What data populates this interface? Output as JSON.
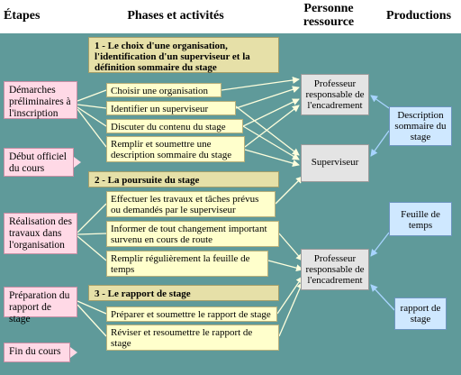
{
  "headers": {
    "etapes": "Étapes",
    "phases": "Phases et activités",
    "personne_line1": "Personne",
    "personne_line2": "ressource",
    "productions": "Productions"
  },
  "etapes": [
    "Démarches préliminaires à l'inscription",
    "Début officiel du cours",
    "Réalisation des travaux dans l'organisation",
    "Préparation du rapport de stage",
    "Fin du cours"
  ],
  "phases": [
    "1 -  Le choix d'une organisation, l'identification d'un superviseur et la définition sommaire du stage",
    "2 -  La poursuite du stage",
    "3 -  Le rapport de stage"
  ],
  "activities": [
    "Choisir une organisation",
    "Identifier un superviseur",
    "Discuter du contenu du stage",
    "Remplir et soumettre une description sommaire du stage",
    "Effectuer les travaux et tâches prévus ou demandés par le superviseur",
    "Informer de tout changement important survenu en cours de route",
    "Remplir régulièrement la feuille de temps",
    "Préparer et soumettre le rapport de stage",
    "Réviser et resoumettre le rapport de stage"
  ],
  "resources": {
    "prof_top": "Professeur responsable de l'encadrement",
    "superviseur": "Superviseur",
    "prof_bottom": "Professeur responsable de l'encadrement"
  },
  "productions": [
    "Description sommaire du stage",
    "Feuille de temps",
    "rapport de stage"
  ],
  "colors": {
    "background": "#5f9a9a",
    "etape_box": "#ffd9e6",
    "activity_box": "#ffffcc",
    "phase_box": "#e6e0a8",
    "resource_box": "#e4e4e4",
    "production_box": "#cfe8ff",
    "line": "#ffffdd",
    "blue_arrow": "#a8d4ff"
  }
}
